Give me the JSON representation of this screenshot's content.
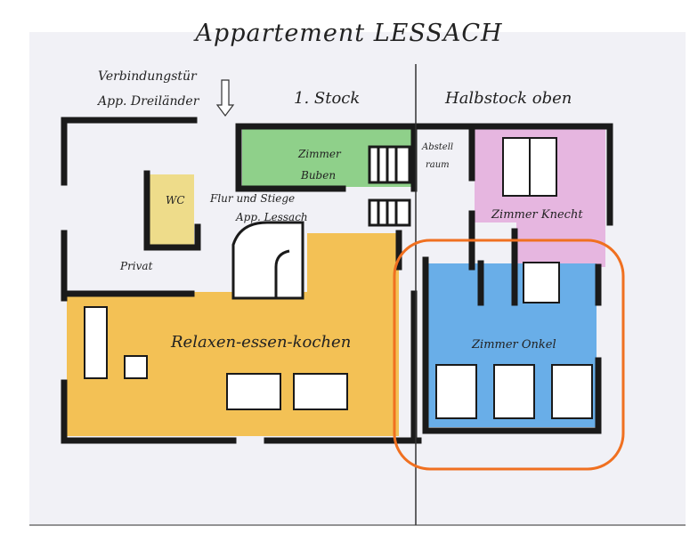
{
  "title": "Appartement LESSACH",
  "labels": {
    "connecting_door_line1": "Verbindungstür",
    "connecting_door_line2": "App. Dreiländer",
    "first_floor": "1. Stock",
    "half_floor_up": "Halbstock oben",
    "room_boys_line1": "Zimmer",
    "room_boys_line2": "Buben",
    "storage_line1": "Abstell",
    "storage_line2": "raum",
    "wc": "WC",
    "hall_line1": "Flur und Stiege",
    "hall_line2": "App. Lessach",
    "room_servant": "Zimmer Knecht",
    "private": "Privat",
    "living": "Relaxen-essen-kochen",
    "room_uncle": "Zimmer Onkel"
  },
  "colors": {
    "green": "#8fd08a",
    "pink": "#e6b6e0",
    "yellow": "#f3c155",
    "blue": "#69aee8",
    "wc": "#eedc8a",
    "highlight": "#f07020",
    "wall": "#1a1a1a"
  }
}
